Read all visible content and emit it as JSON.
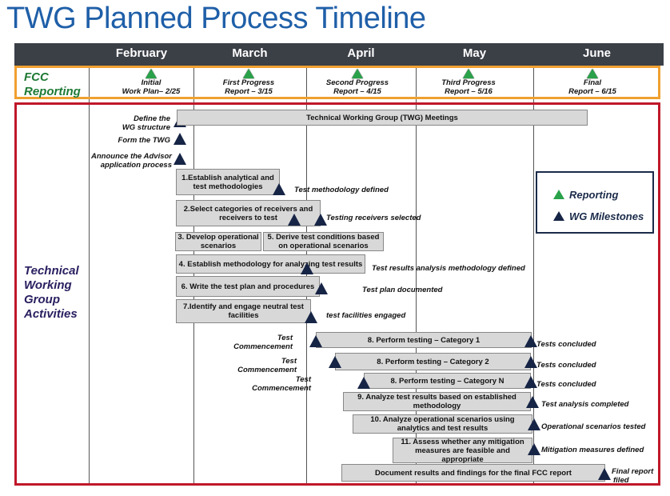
{
  "title": "TWG Planned Process Timeline",
  "months": [
    "February",
    "March",
    "April",
    "May",
    "June"
  ],
  "fcc": {
    "label_line1": "FCC",
    "label_line2": "Reporting",
    "reports": [
      {
        "line1": "Initial",
        "line2": "Work Plan– 2/25"
      },
      {
        "line1": "First Progress",
        "line2": "Report – 3/15"
      },
      {
        "line1": "Second Progress",
        "line2": "Report – 4/15"
      },
      {
        "line1": "Third Progress",
        "line2": "Report – 5/16"
      },
      {
        "line1": "Final",
        "line2": "Report – 6/15"
      }
    ]
  },
  "twg": {
    "label_lines": [
      "Technical",
      "Working",
      "Group",
      "Activities"
    ]
  },
  "activities": [
    {
      "label": "Technical Working Group (TWG)  Meetings"
    },
    {
      "label": "1.Establish analytical and test methodologies"
    },
    {
      "label": "2.Select categories of receivers and receivers to test"
    },
    {
      "label": "3. Develop operational scenarios"
    },
    {
      "label": "5. Derive test conditions based on operational scenarios"
    },
    {
      "label": "4. Establish methodology for analyzing test results"
    },
    {
      "label": "6. Write the test plan and procedures"
    },
    {
      "label": "7.Identify and engage neutral test facilities"
    },
    {
      "label": "8. Perform testing – Category 1"
    },
    {
      "label": "8. Perform testing – Category 2"
    },
    {
      "label": "8. Perform testing – Category N"
    },
    {
      "label": "9. Analyze test results based on established methodology"
    },
    {
      "label": "10. Analyze operational scenarios using analytics and test results"
    },
    {
      "label": "11. Assess whether any mitigation measures are feasible and appropriate"
    },
    {
      "label": "Document results and findings for the final FCC report"
    }
  ],
  "milestones_left": [
    {
      "line1": "Define the",
      "line2": "WG structure"
    },
    {
      "line1": "Form the TWG",
      "line2": ""
    },
    {
      "line1": "Announce the Advisor",
      "line2": "application process"
    }
  ],
  "milestone_labels": [
    "Test methodology defined",
    "Testing receivers selected",
    "Test results analysis methodology defined",
    "Test plan documented",
    "test facilities engaged",
    "Tests concluded",
    "Tests concluded",
    "Tests concluded",
    "Test analysis completed",
    "Operational scenarios tested",
    "Mitigation measures defined",
    "Final report",
    "filed"
  ],
  "test_commencement": {
    "line1": "Test",
    "line2": "Commencement"
  },
  "legend": {
    "reporting": "Reporting",
    "wg": "WG Milestones"
  },
  "colors": {
    "title": "#1f5fa8",
    "header": "#3b3f46",
    "fcc_border": "#f0a030",
    "twg_border": "#c0182a",
    "reporting_tri": "#2aa24a",
    "milestone_tri": "#162445",
    "fcc_label": "#1e7a35",
    "twg_label": "#2a2060"
  }
}
